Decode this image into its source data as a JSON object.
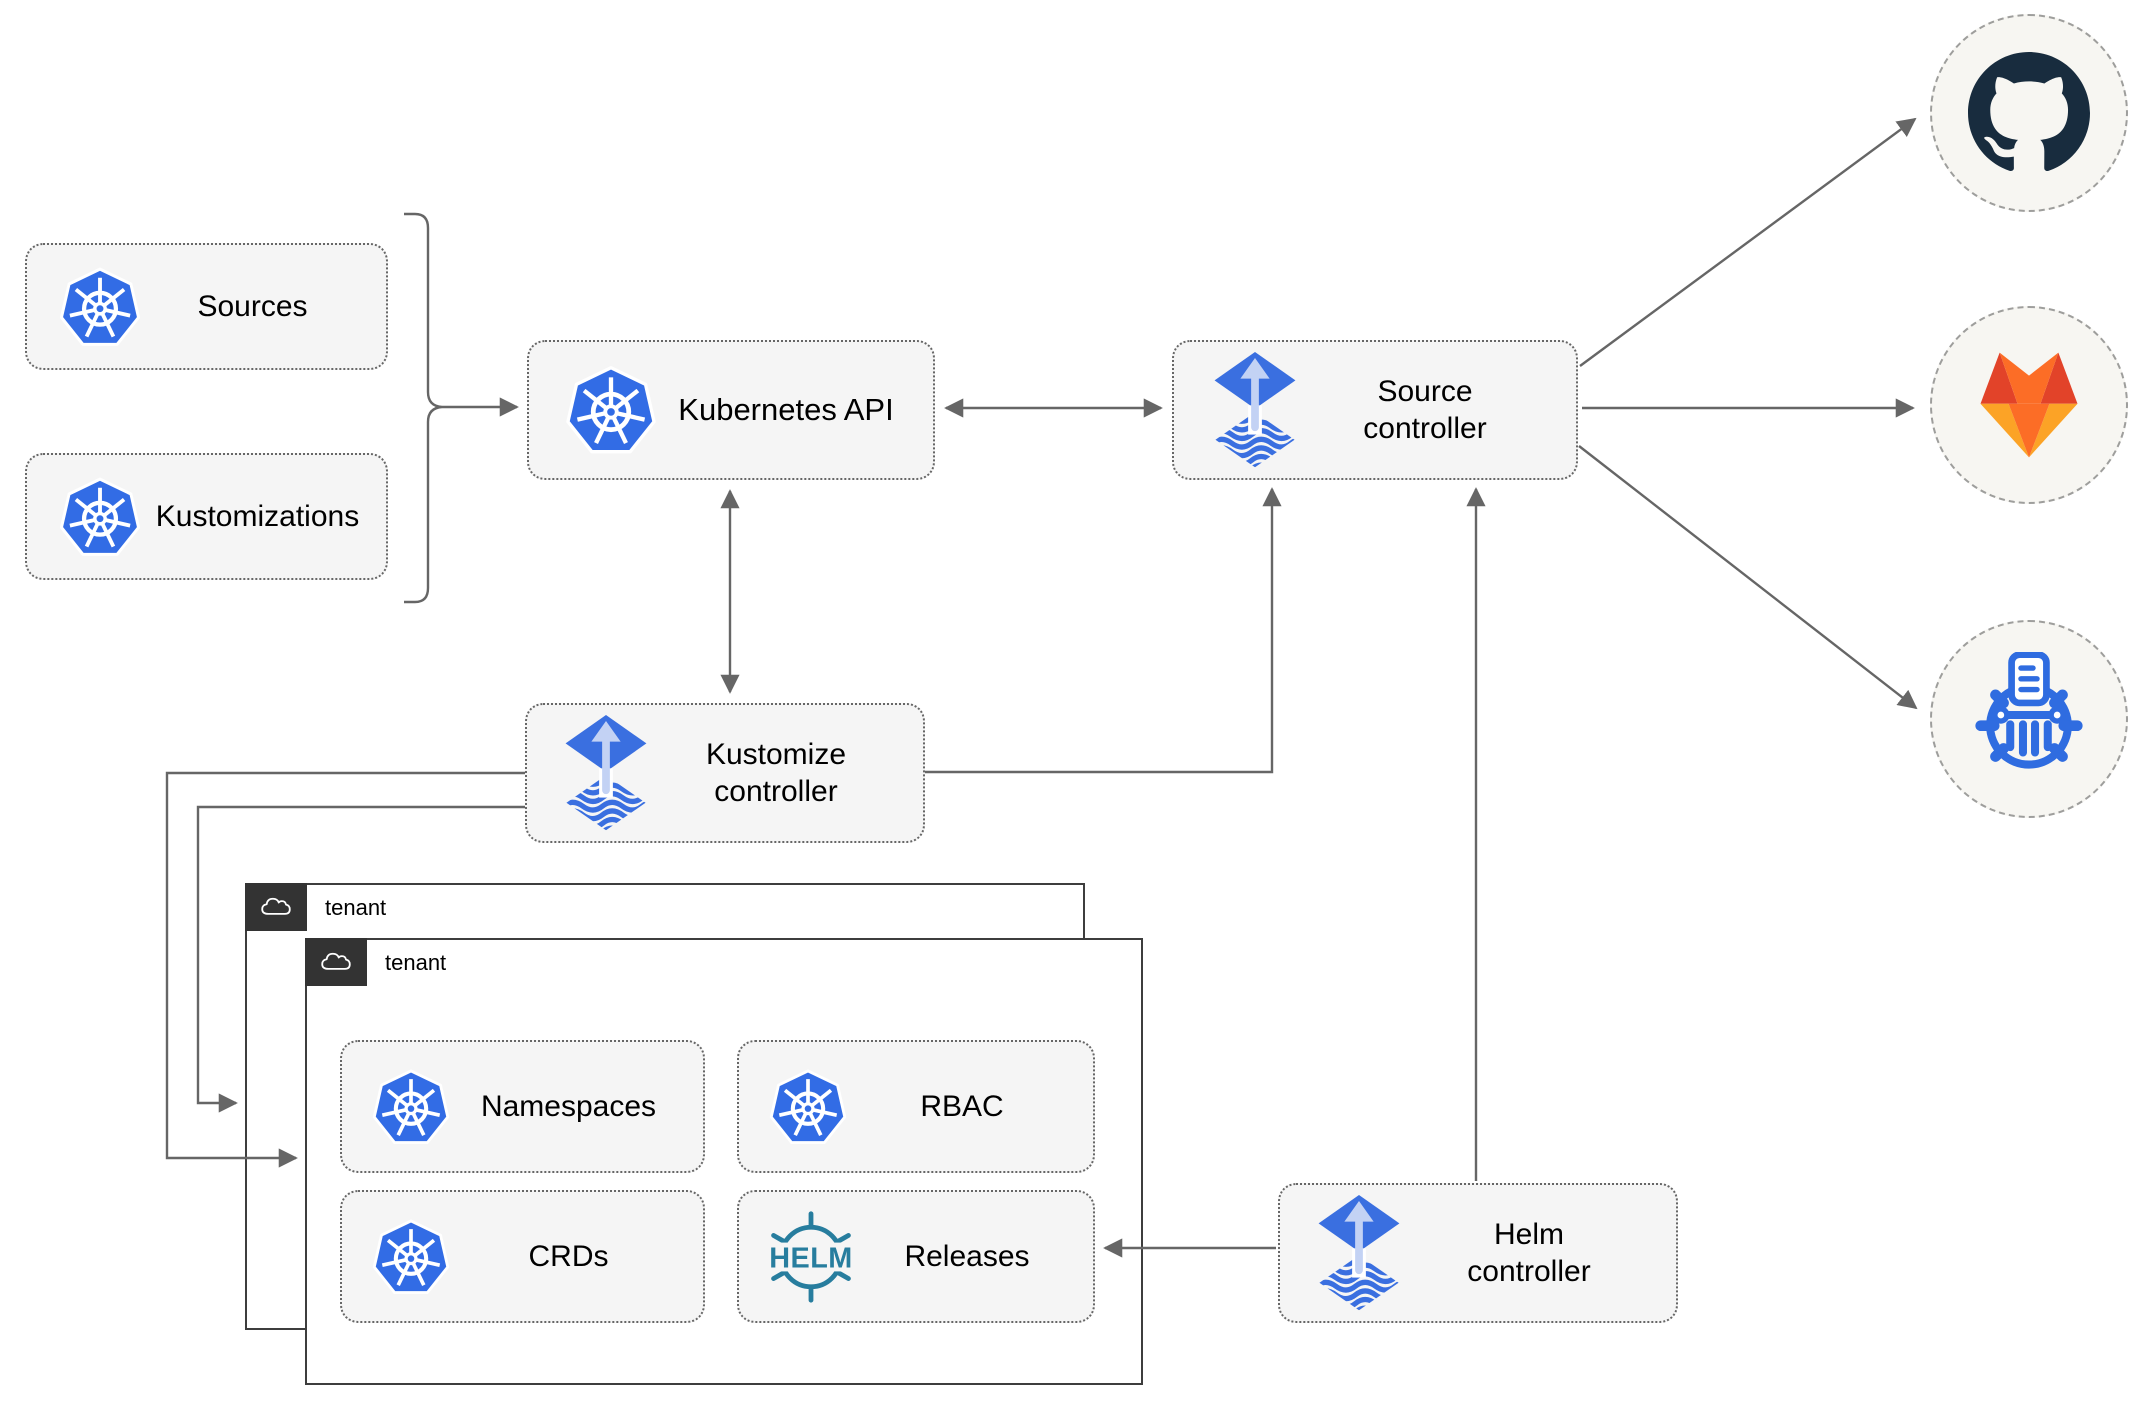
{
  "nodes": {
    "sources": {
      "label": "Sources"
    },
    "kustomizations": {
      "label": "Kustomizations"
    },
    "kubernetes_api": {
      "label": "Kubernetes API"
    },
    "source_controller": {
      "label": "Source controller"
    },
    "kustomize_controller": {
      "label": "Kustomize controller"
    },
    "helm_controller": {
      "label": "Helm controller"
    },
    "namespaces": {
      "label": "Namespaces"
    },
    "rbac": {
      "label": "RBAC"
    },
    "crds": {
      "label": "CRDs"
    },
    "releases": {
      "label": "Releases"
    }
  },
  "containers": {
    "tenant_back": {
      "label": "tenant"
    },
    "tenant_front": {
      "label": "tenant"
    }
  },
  "icons": {
    "helm_wheel_text": "HELM",
    "kubernetes": "kubernetes-icon",
    "flux": "flux-icon",
    "github": "github-icon",
    "gitlab": "gitlab-icon",
    "chartmuseum": "chartmuseum-icon",
    "cloud": "cloud-icon"
  },
  "colors": {
    "kubernetes_blue": "#326ce5",
    "flux_blue": "#3a6fe0",
    "flux_arrow_light": "#c3d2f4",
    "helm_teal": "#277d9e",
    "chartmuseum_blue": "#2f6ce0",
    "github_dark": "#182c3e",
    "gitlab_dark_orange": "#e24329",
    "gitlab_orange": "#fc6d26",
    "gitlab_light_orange": "#fca326",
    "node_fill": "#f5f5f5",
    "line_gray": "#666666",
    "container_header": "#333333"
  }
}
